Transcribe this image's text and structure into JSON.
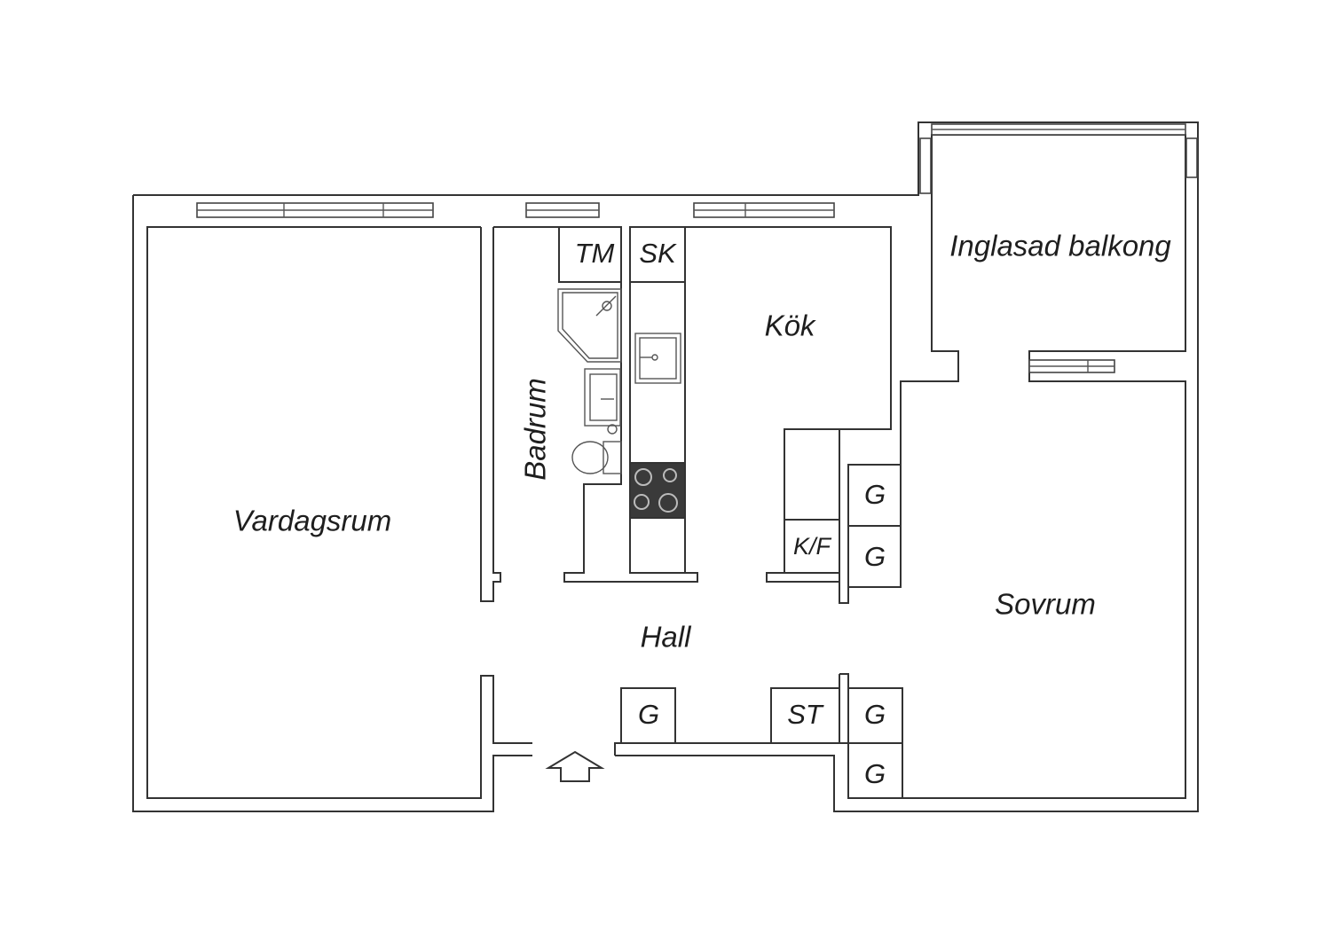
{
  "rooms": {
    "vardagsrum": "Vardagsrum",
    "badrum": "Badrum",
    "kok": "Kök",
    "inglasad_balkong": "Inglasad balkong",
    "hall": "Hall",
    "sovrum": "Sovrum"
  },
  "fixtures": {
    "tm": "TM",
    "sk": "SK",
    "kf": "K/F",
    "st": "ST",
    "g": "G"
  },
  "colors": {
    "wall": "#333333",
    "stove": "#3a3a3a",
    "background": "#ffffff"
  },
  "icons": {
    "entrance": "entrance-arrow-icon"
  }
}
